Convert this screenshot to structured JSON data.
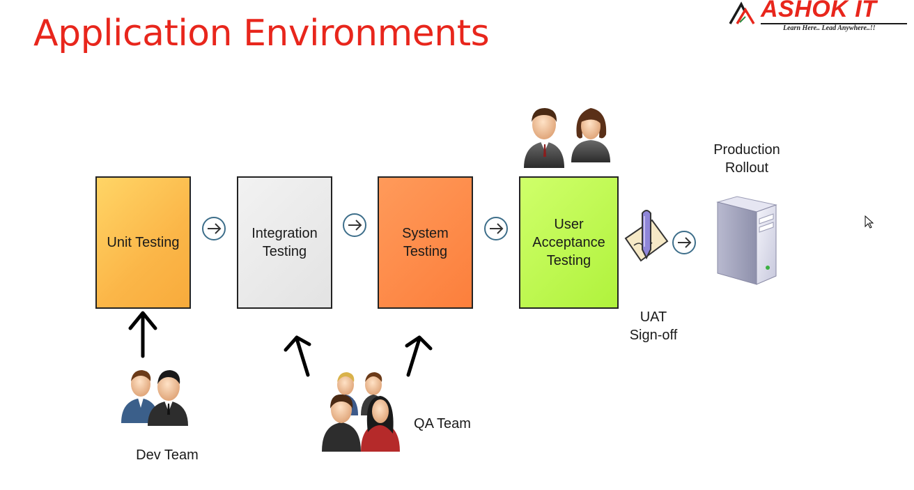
{
  "title": "Application Environments",
  "logo": {
    "brand": "ASHOK IT",
    "tagline": "Learn Here.. Lead Anywhere..!!"
  },
  "stages": [
    {
      "label": "Unit Testing"
    },
    {
      "label": "Integration\nTesting"
    },
    {
      "label": "System\nTesting"
    },
    {
      "label": "User\nAcceptance\nTesting"
    }
  ],
  "labels": {
    "production": "Production\nRollout",
    "uat_signoff": "UAT\nSign-off",
    "dev_team": "Dev Team",
    "qa_team": "QA Team"
  },
  "colors": {
    "title": "#e8261c",
    "unit": "#fbb648",
    "integration": "#e3e3e3",
    "system": "#fc7f3c",
    "uat": "#b0f23c"
  },
  "icons": [
    "flow-arrow-icon",
    "up-arrow-icon",
    "people-icon",
    "server-icon",
    "signoff-pen-icon",
    "cursor-icon"
  ]
}
